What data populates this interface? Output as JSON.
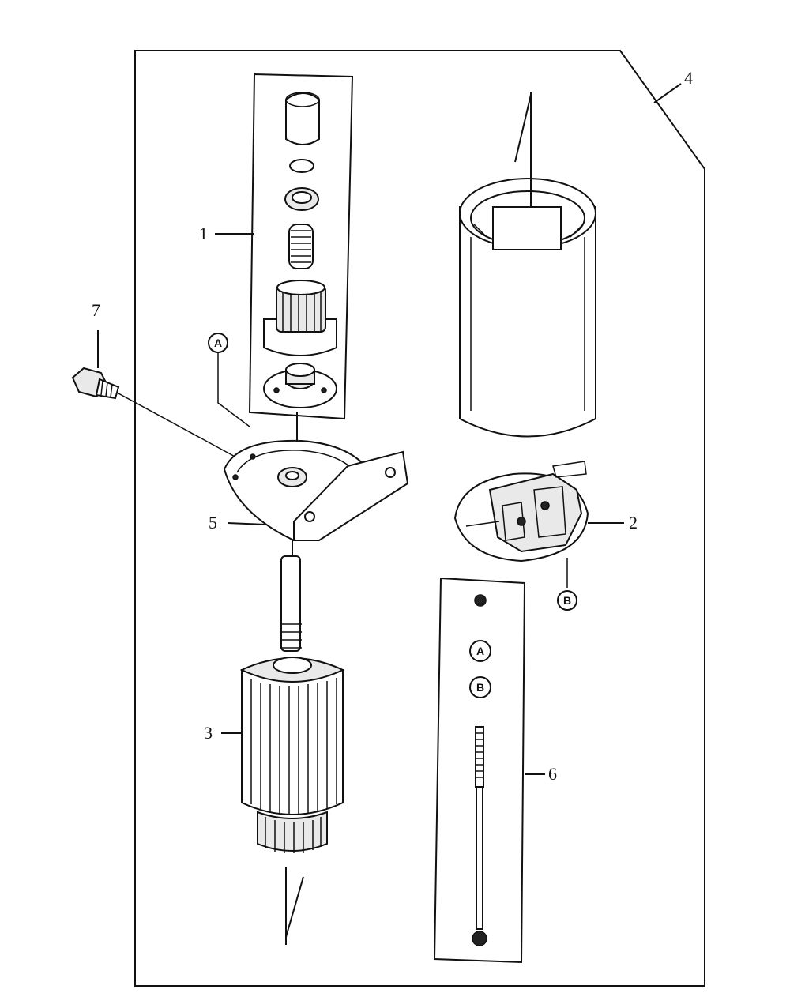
{
  "callouts": {
    "part_1": "1",
    "part_2": "2",
    "part_3": "3",
    "part_4": "4",
    "part_5": "5",
    "part_6": "6",
    "part_7": "7"
  },
  "markers": {
    "a_main": "A",
    "b_main": "B",
    "a_kit": "A",
    "b_kit": "B"
  },
  "colors": {
    "line": "#111111",
    "background": "#ffffff"
  }
}
